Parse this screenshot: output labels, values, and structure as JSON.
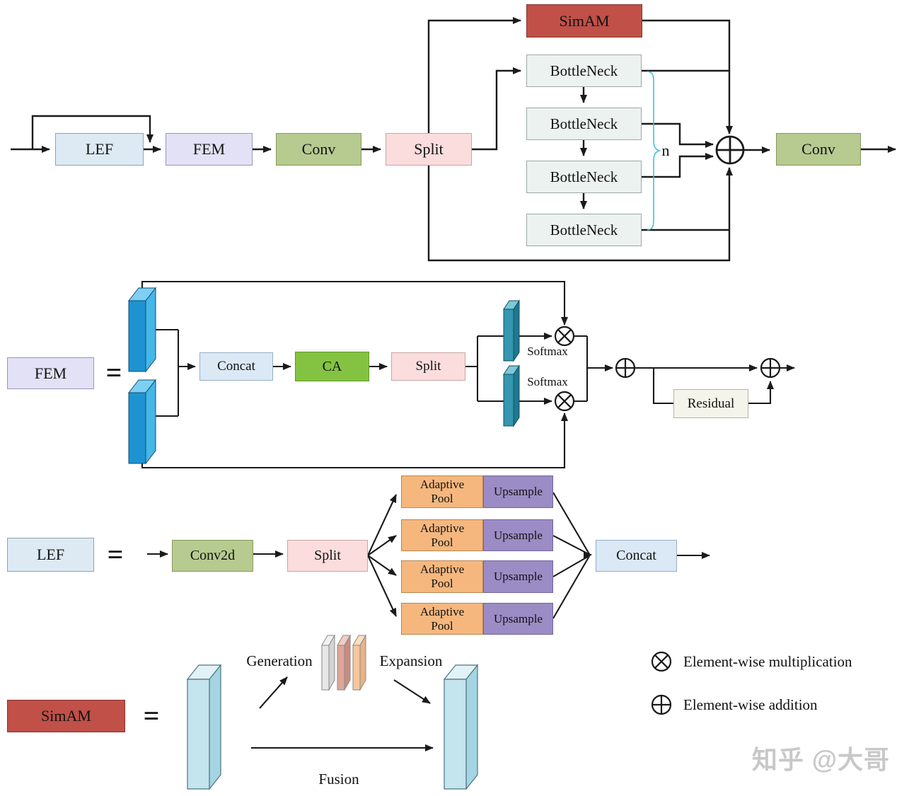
{
  "top_row": {
    "lef_label": "LEF",
    "fem_label": "FEM",
    "conv_in_label": "Conv",
    "split_label": "Split",
    "simam_label": "SimAM",
    "bottlenecks": [
      "BottleNeck",
      "BottleNeck",
      "BottleNeck",
      "BottleNeck"
    ],
    "repeat_label": "n",
    "conv_out_label": "Conv"
  },
  "fem_module": {
    "label": "FEM",
    "equals": "=",
    "concat_label": "Concat",
    "ca_label": "CA",
    "split_label": "Split",
    "softmax_top_label": "Softmax",
    "softmax_bottom_label": "Softmax",
    "residual_label": "Residual"
  },
  "lef_module": {
    "label": "LEF",
    "equals": "=",
    "conv2d_label": "Conv2d",
    "split_label": "Split",
    "branches": [
      {
        "pool": "Adaptive Pool",
        "upsample": "Upsample"
      },
      {
        "pool": "Adaptive Pool",
        "upsample": "Upsample"
      },
      {
        "pool": "Adaptive Pool",
        "upsample": "Upsample"
      },
      {
        "pool": "Adaptive Pool",
        "upsample": "Upsample"
      }
    ],
    "concat_label": "Concat"
  },
  "simam_module": {
    "label": "SimAM",
    "equals": "=",
    "generation_label": "Generation",
    "expansion_label": "Expansion",
    "fusion_label": "Fusion"
  },
  "legend": {
    "multiplication": "Element-wise multiplication",
    "addition": "Element-wise addition"
  },
  "watermark": "知乎 @大哥",
  "colors": {
    "simam_red": "#c05048",
    "conv_green": "#b7ca90",
    "ca_green": "#84c341",
    "split_pink": "#fadddc",
    "lef_blue": "#ddeaf4",
    "fem_lavender": "#e3e1f5",
    "bottleneck_pale": "#ecf2f0",
    "concat_blue": "#dbe9f6",
    "residual_cream": "#f4f4ea",
    "adaptive_pool_orange": "#f5b77e",
    "upsample_purple": "#9c8cc5",
    "feature_slab_blue": "#1f93d2",
    "softmax_slab_teal": "#3597b1",
    "simam_slab_cyan": "#c4e4ee",
    "brace_cyan": "#45c0dd"
  }
}
